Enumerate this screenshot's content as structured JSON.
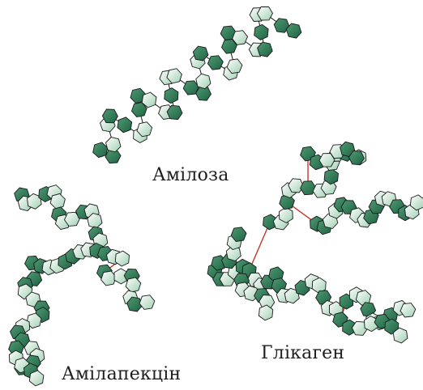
{
  "labels": {
    "amylose": "Амілоза",
    "amylopectin": "Амілапекцін",
    "glycogen": "Глікаген"
  },
  "colors": {
    "dark_green": "#2f7d57",
    "light_green": "#d8eddf",
    "outline": "#1a1a1a",
    "branch_link": "#c0392b"
  }
}
